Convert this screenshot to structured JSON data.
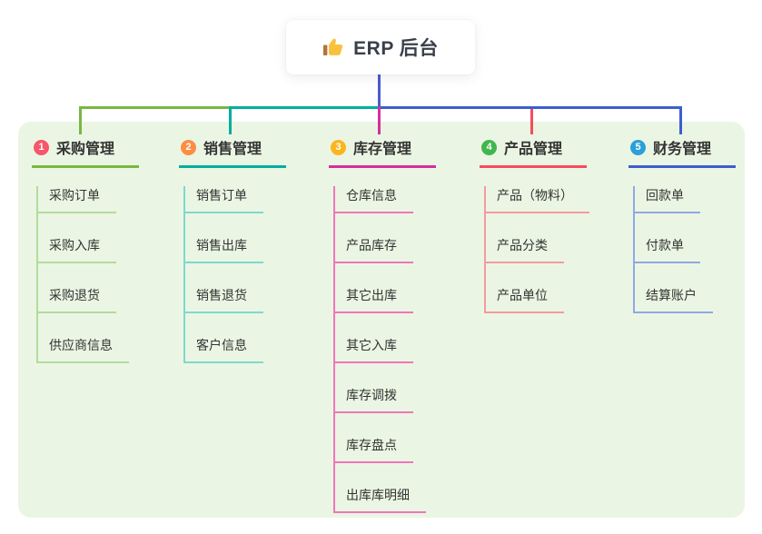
{
  "root": {
    "label": "ERP 后台",
    "icon": "thumbs-up-icon"
  },
  "colors": {
    "panel-bg": "#eaf6e3",
    "text": "#35353b",
    "root-line": "#4a5cce",
    "gold": "#f9c23c",
    "gold-dark": "#b5713a",
    "b1-main": "#78b840",
    "b1-light": "#b6da9c",
    "c1": "#f8566a",
    "b2-main": "#00ae9e",
    "b2-light": "#80d8cc",
    "c2": "#fb8e44",
    "b3-main": "#d42f9f",
    "b3-light": "#f473bb",
    "c3": "#fcb51f",
    "b4-main": "#f84b5e",
    "b4-light": "#f59aa0",
    "c4": "#41b64d",
    "b5-main": "#3c5ecf",
    "b5-light": "#92a7e6",
    "c5": "#2aa0da"
  },
  "branches": [
    {
      "num": "1",
      "title": "采购管理",
      "children": [
        "采购订单",
        "采购入库",
        "采购退货",
        "供应商信息"
      ]
    },
    {
      "num": "2",
      "title": "销售管理",
      "children": [
        "销售订单",
        "销售出库",
        "销售退货",
        "客户信息"
      ]
    },
    {
      "num": "3",
      "title": "库存管理",
      "children": [
        "仓库信息",
        "产品库存",
        "其它出库",
        "其它入库",
        "库存调拨",
        "库存盘点",
        "出库库明细"
      ]
    },
    {
      "num": "4",
      "title": "产品管理",
      "children": [
        "产品（物料）",
        "产品分类",
        "产品单位"
      ]
    },
    {
      "num": "5",
      "title": "财务管理",
      "children": [
        "回款单",
        "付款单",
        "结算账户"
      ]
    }
  ]
}
